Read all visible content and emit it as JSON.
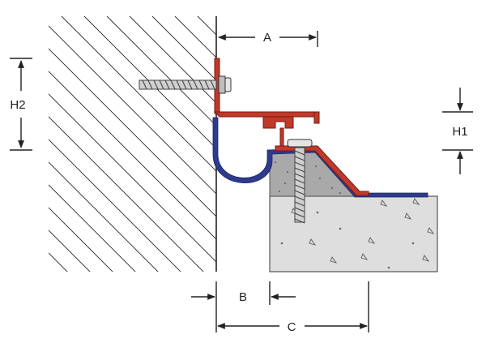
{
  "dimensions": {
    "a": "A",
    "b": "B",
    "c": "C",
    "h1": "H1",
    "h2": "H2"
  },
  "colors": {
    "aluminium_profile": "#c0392b",
    "rubber_insert": "#2e3a8c",
    "concrete": "#dedede",
    "bedding_mortar": "#a9a9a9",
    "anchor_bolt": "#d0d0d0",
    "hatch": "#222222"
  }
}
